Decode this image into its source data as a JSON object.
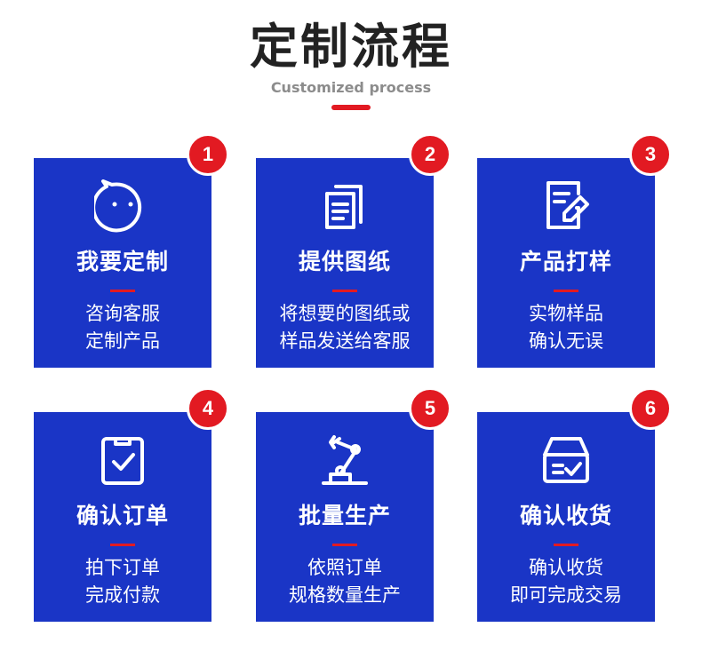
{
  "header": {
    "title": "定制流程",
    "subtitle": "Customized process"
  },
  "colors": {
    "card_blue": "#1a35c6",
    "accent_red": "#e21a22",
    "title_dark": "#222222",
    "subtitle_gray": "#8c8c8c"
  },
  "steps": [
    {
      "number": "1",
      "icon": "chat-face-icon",
      "title": "我要定制",
      "lines": [
        "咨询客服",
        "定制产品"
      ]
    },
    {
      "number": "2",
      "icon": "documents-icon",
      "title": "提供图纸",
      "lines": [
        "将想要的图纸或",
        "样品发送给客服"
      ]
    },
    {
      "number": "3",
      "icon": "edit-tag-icon",
      "title": "产品打样",
      "lines": [
        "实物样品",
        "确认无误"
      ]
    },
    {
      "number": "4",
      "icon": "clipboard-check-icon",
      "title": "确认订单",
      "lines": [
        "拍下订单",
        "完成付款"
      ]
    },
    {
      "number": "5",
      "icon": "robot-arm-icon",
      "title": "批量生产",
      "lines": [
        "依照订单",
        "规格数量生产"
      ]
    },
    {
      "number": "6",
      "icon": "box-check-icon",
      "title": "确认收货",
      "lines": [
        "确认收货",
        "即可完成交易"
      ]
    }
  ]
}
